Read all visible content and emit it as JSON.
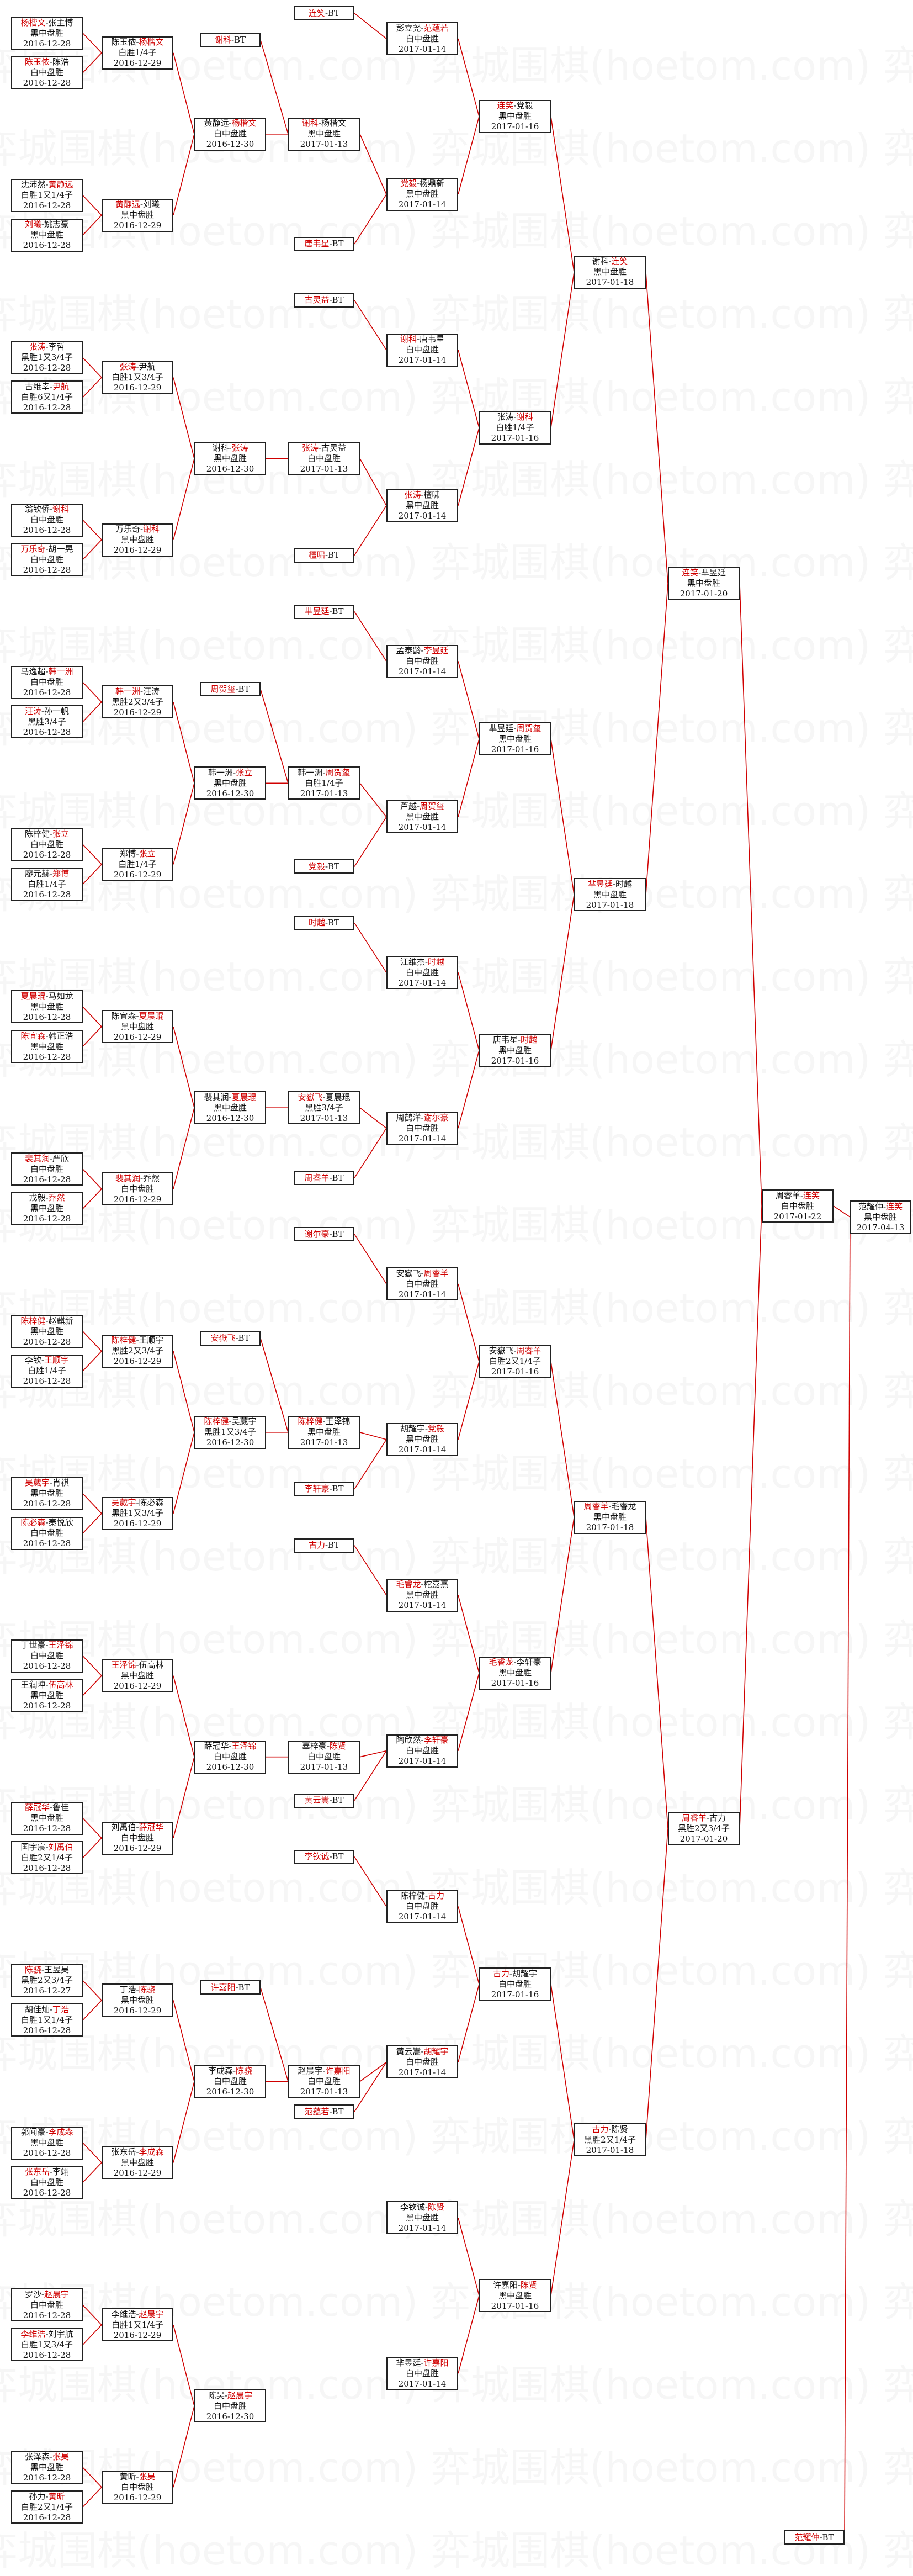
{
  "watermark": "弈城围棋(hoetom.com)",
  "winner_color": "#d00000",
  "line_color": "#d00000",
  "rounds": [
    {
      "name": "r1",
      "matches": [
        {
          "p1": "杨楷文",
          "p2": "张主博",
          "w": 1,
          "result": "黑中盘胜",
          "date": "2016-12-28"
        },
        {
          "p1": "陈玉侬",
          "p2": "陈浩",
          "w": 1,
          "result": "白中盘胜",
          "date": "2016-12-28"
        },
        {
          "p1": "沈沛然",
          "p2": "黄静远",
          "w": 2,
          "result": "白胜1又1/4子",
          "date": "2016-12-28"
        },
        {
          "p1": "刘曦",
          "p2": "姚志豪",
          "w": 1,
          "result": "黑中盘胜",
          "date": "2016-12-28"
        },
        {
          "p1": "张涛",
          "p2": "李哲",
          "w": 1,
          "result": "黑胜1又3/4子",
          "date": "2016-12-28"
        },
        {
          "p1": "古维幸",
          "p2": "尹航",
          "w": 2,
          "result": "白胜6又1/4子",
          "date": "2016-12-28"
        },
        {
          "p1": "翁钦侨",
          "p2": "谢科",
          "w": 2,
          "result": "白中盘胜",
          "date": "2016-12-28"
        },
        {
          "p1": "万乐奇",
          "p2": "胡一晃",
          "w": 1,
          "result": "白中盘胜",
          "date": "2016-12-28"
        },
        {
          "p1": "马逸超",
          "p2": "韩一洲",
          "w": 2,
          "result": "白中盘胜",
          "date": "2016-12-28"
        },
        {
          "p1": "汪涛",
          "p2": "孙一帆",
          "w": 1,
          "result": "黑胜3/4子",
          "date": "2016-12-28"
        },
        {
          "p1": "陈梓健",
          "p2": "张立",
          "w": 2,
          "result": "白中盘胜",
          "date": "2016-12-28"
        },
        {
          "p1": "廖元赫",
          "p2": "郑博",
          "w": 2,
          "result": "白胜1/4子",
          "date": "2016-12-28"
        },
        {
          "p1": "夏晨琨",
          "p2": "马如龙",
          "w": 1,
          "result": "黑中盘胜",
          "date": "2016-12-28"
        },
        {
          "p1": "陈宜森",
          "p2": "韩正浩",
          "w": 1,
          "result": "黑中盘胜",
          "date": "2016-12-28"
        },
        {
          "p1": "裴其润",
          "p2": "严欣",
          "w": 1,
          "result": "白中盘胜",
          "date": "2016-12-28"
        },
        {
          "p1": "戎毅",
          "p2": "乔然",
          "w": 2,
          "result": "黑中盘胜",
          "date": "2016-12-28"
        },
        {
          "p1": "陈梓健",
          "p2": "赵麒新",
          "w": 1,
          "result": "黑中盘胜",
          "date": "2016-12-28"
        },
        {
          "p1": "李钦",
          "p2": "王顺宇",
          "w": 2,
          "result": "白胜1/4子",
          "date": "2016-12-28"
        },
        {
          "p1": "吴葳宇",
          "p2": "肖祺",
          "w": 1,
          "result": "黑中盘胜",
          "date": "2016-12-28"
        },
        {
          "p1": "陈必森",
          "p2": "秦悦欣",
          "w": 1,
          "result": "白中盘胜",
          "date": "2016-12-28"
        },
        {
          "p1": "丁世豪",
          "p2": "王泽锦",
          "w": 2,
          "result": "白中盘胜",
          "date": "2016-12-28"
        },
        {
          "p1": "王润坤",
          "p2": "伍高林",
          "w": 2,
          "result": "黑中盘胜",
          "date": "2016-12-28"
        },
        {
          "p1": "薛冠华",
          "p2": "鲁佳",
          "w": 1,
          "result": "黑中盘胜",
          "date": "2016-12-28"
        },
        {
          "p1": "国宇宸",
          "p2": "刘禹伯",
          "w": 2,
          "result": "白胜2又1/4子",
          "date": "2016-12-28"
        },
        {
          "p1": "陈骁",
          "p2": "王昱昊",
          "w": 1,
          "result": "黑胜2又3/4子",
          "date": "2016-12-27"
        },
        {
          "p1": "胡佳灿",
          "p2": "丁浩",
          "w": 2,
          "result": "白胜1又1/4子",
          "date": "2016-12-28"
        },
        {
          "p1": "郭闻豪",
          "p2": "李成森",
          "w": 2,
          "result": "黑中盘胜",
          "date": "2016-12-28"
        },
        {
          "p1": "张东岳",
          "p2": "李翊",
          "w": 1,
          "result": "白中盘胜",
          "date": "2016-12-28"
        },
        {
          "p1": "罗沙",
          "p2": "赵晨宇",
          "w": 2,
          "result": "白中盘胜",
          "date": "2016-12-28"
        },
        {
          "p1": "李维浩",
          "p2": "刘宇航",
          "w": 1,
          "result": "白胜1又3/4子",
          "date": "2016-12-28"
        },
        {
          "p1": "张泽森",
          "p2": "张昊",
          "w": 2,
          "result": "黑中盘胜",
          "date": "2016-12-28"
        },
        {
          "p1": "孙力",
          "p2": "黄昕",
          "w": 2,
          "result": "白胜2又1/4子",
          "date": "2016-12-28"
        }
      ]
    },
    {
      "name": "r2",
      "matches": [
        {
          "p1": "陈玉侬",
          "p2": "杨楷文",
          "w": 2,
          "result": "白胜1/4子",
          "date": "2016-12-29"
        },
        {
          "p1": "黄静远",
          "p2": "刘曦",
          "w": 1,
          "result": "黑中盘胜",
          "date": "2016-12-29"
        },
        {
          "p1": "张涛",
          "p2": "尹航",
          "w": 1,
          "result": "白胜1又3/4子",
          "date": "2016-12-29"
        },
        {
          "p1": "万乐奇",
          "p2": "谢科",
          "w": 2,
          "result": "黑中盘胜",
          "date": "2016-12-29"
        },
        {
          "p1": "韩一洲",
          "p2": "汪涛",
          "w": 1,
          "result": "黑胜2又3/4子",
          "date": "2016-12-29"
        },
        {
          "p1": "郑博",
          "p2": "张立",
          "w": 2,
          "result": "白胜1/4子",
          "date": "2016-12-29"
        },
        {
          "p1": "陈宜森",
          "p2": "夏晨琨",
          "w": 2,
          "result": "黑中盘胜",
          "date": "2016-12-29"
        },
        {
          "p1": "裴其润",
          "p2": "乔然",
          "w": 1,
          "result": "白中盘胜",
          "date": "2016-12-29"
        },
        {
          "p1": "陈梓健",
          "p2": "王顺宇",
          "w": 1,
          "result": "黑胜2又3/4子",
          "date": "2016-12-29"
        },
        {
          "p1": "吴葳宇",
          "p2": "陈必森",
          "w": 1,
          "result": "黑胜1又3/4子",
          "date": "2016-12-29"
        },
        {
          "p1": "王泽锦",
          "p2": "伍高林",
          "w": 1,
          "result": "黑中盘胜",
          "date": "2016-12-29"
        },
        {
          "p1": "刘禹伯",
          "p2": "薛冠华",
          "w": 2,
          "result": "白中盘胜",
          "date": "2016-12-29"
        },
        {
          "p1": "丁浩",
          "p2": "陈骁",
          "w": 2,
          "result": "黑中盘胜",
          "date": "2016-12-29"
        },
        {
          "p1": "张东岳",
          "p2": "李成森",
          "w": 2,
          "result": "黑中盘胜",
          "date": "2016-12-29"
        },
        {
          "p1": "李维浩",
          "p2": "赵晨宇",
          "w": 2,
          "result": "白胜1又1/4子",
          "date": "2016-12-29"
        },
        {
          "p1": "黄昕",
          "p2": "张昊",
          "w": 2,
          "result": "白中盘胜",
          "date": "2016-12-29"
        }
      ]
    },
    {
      "name": "r3",
      "matches": [
        {
          "p1": "黄静远",
          "p2": "杨楷文",
          "w": 2,
          "result": "白中盘胜",
          "date": "2016-12-30"
        },
        {
          "p1": "谢科",
          "p2": "张涛",
          "w": 2,
          "result": "黑中盘胜",
          "date": "2016-12-30"
        },
        {
          "p1": "韩一洲",
          "p2": "张立",
          "w": 2,
          "result": "黑中盘胜",
          "date": "2016-12-30"
        },
        {
          "p1": "裴其润",
          "p2": "夏晨琨",
          "w": 2,
          "result": "黑中盘胜",
          "date": "2016-12-30"
        },
        {
          "p1": "陈梓健",
          "p2": "吴葳宇",
          "w": 1,
          "result": "黑胜1又3/4子",
          "date": "2016-12-30"
        },
        {
          "p1": "薛冠华",
          "p2": "王泽锦",
          "w": 2,
          "result": "白中盘胜",
          "date": "2016-12-30"
        },
        {
          "p1": "李成森",
          "p2": "陈骁",
          "w": 2,
          "result": "白中盘胜",
          "date": "2016-12-30"
        },
        {
          "p1": "陈昊",
          "p2": "赵晨宇",
          "w": 2,
          "result": "白中盘胜",
          "date": "2016-12-30"
        }
      ]
    },
    {
      "name": "r4",
      "matches": [
        {
          "p1": "谢科",
          "p2": "杨楷文",
          "w": 1,
          "result": "黑中盘胜",
          "date": "2017-01-13"
        },
        {
          "p1": "张涛",
          "p2": "古灵益",
          "w": 1,
          "result": "白中盘胜",
          "date": "2017-01-13"
        },
        {
          "p1": "韩一洲",
          "p2": "周贺玺",
          "w": 2,
          "result": "白胜1/4子",
          "date": "2017-01-13"
        },
        {
          "p1": "安嶽飞",
          "p2": "夏晨琨",
          "w": 1,
          "result": "黑胜3/4子",
          "date": "2017-01-13"
        },
        {
          "p1": "陈梓健",
          "p2": "王泽锦",
          "w": 1,
          "result": "黑中盘胜",
          "date": "2017-01-13"
        },
        {
          "p1": "辜梓豪",
          "p2": "陈贤",
          "w": 2,
          "result": "白中盘胜",
          "date": "2017-01-13"
        },
        {
          "p1": "赵晨宇",
          "p2": "许嘉阳",
          "w": 2,
          "result": "白中盘胜",
          "date": "2017-01-13"
        }
      ]
    },
    {
      "name": "r5",
      "matches": [
        {
          "p1": "彭立尧",
          "p2": "范蕴若",
          "w": 2,
          "result": "白中盘胜",
          "date": "2017-01-14"
        },
        {
          "p1": "党毅",
          "p2": "杨鼎新",
          "w": 1,
          "result": "黑中盘胜",
          "date": "2017-01-14"
        },
        {
          "p1": "谢科",
          "p2": "唐韦星",
          "w": 1,
          "result": "白中盘胜",
          "date": "2017-01-14"
        },
        {
          "p1": "张涛",
          "p2": "檀啸",
          "w": 1,
          "result": "黑中盘胜",
          "date": "2017-01-14"
        },
        {
          "p1": "孟泰龄",
          "p2": "李昱廷",
          "w": 2,
          "result": "白中盘胜",
          "date": "2017-01-14"
        },
        {
          "p1": "芦越",
          "p2": "周贺玺",
          "w": 2,
          "result": "黑中盘胜",
          "date": "2017-01-14"
        },
        {
          "p1": "江维杰",
          "p2": "时越",
          "w": 2,
          "result": "白中盘胜",
          "date": "2017-01-14"
        },
        {
          "p1": "周鹤洋",
          "p2": "谢尔豪",
          "w": 2,
          "result": "白中盘胜",
          "date": "2017-01-14"
        },
        {
          "p1": "安嶽飞",
          "p2": "周睿羊",
          "w": 2,
          "result": "白中盘胜",
          "date": "2017-01-14"
        },
        {
          "p1": "胡耀宇",
          "p2": "党毅",
          "w": 2,
          "result": "黑中盘胜",
          "date": "2017-01-14"
        },
        {
          "p1": "毛睿龙",
          "p2": "柁嘉熹",
          "w": 1,
          "result": "黑中盘胜",
          "date": "2017-01-14"
        },
        {
          "p1": "陶欣然",
          "p2": "李轩豪",
          "w": 2,
          "result": "白中盘胜",
          "date": "2017-01-14"
        },
        {
          "p1": "陈梓健",
          "p2": "古力",
          "w": 2,
          "result": "白中盘胜",
          "date": "2017-01-14"
        },
        {
          "p1": "黄云嵩",
          "p2": "胡耀宇",
          "w": 2,
          "result": "白中盘胜",
          "date": "2017-01-14"
        },
        {
          "p1": "李钦诚",
          "p2": "陈贤",
          "w": 2,
          "result": "黑中盘胜",
          "date": "2017-01-14"
        },
        {
          "p1": "芈昱廷",
          "p2": "许嘉阳",
          "w": 2,
          "result": "白中盘胜",
          "date": "2017-01-14"
        }
      ]
    },
    {
      "name": "r6",
      "matches": [
        {
          "p1": "连笑",
          "p2": "党毅",
          "w": 1,
          "result": "黑中盘胜",
          "date": "2017-01-16"
        },
        {
          "p1": "张涛",
          "p2": "谢科",
          "w": 2,
          "result": "白胜1/4子",
          "date": "2017-01-16"
        },
        {
          "p1": "芈昱廷",
          "p2": "周贺玺",
          "w": 2,
          "result": "黑中盘胜",
          "date": "2017-01-16"
        },
        {
          "p1": "唐韦星",
          "p2": "时越",
          "w": 2,
          "result": "黑中盘胜",
          "date": "2017-01-16"
        },
        {
          "p1": "安嶽飞",
          "p2": "周睿羊",
          "w": 2,
          "result": "白胜2又1/4子",
          "date": "2017-01-16"
        },
        {
          "p1": "毛睿龙",
          "p2": "李轩豪",
          "w": 1,
          "result": "黑中盘胜",
          "date": "2017-01-16"
        },
        {
          "p1": "古力",
          "p2": "胡耀宇",
          "w": 1,
          "result": "白中盘胜",
          "date": "2017-01-16"
        },
        {
          "p1": "许嘉阳",
          "p2": "陈贤",
          "w": 2,
          "result": "黑中盘胜",
          "date": "2017-01-16"
        }
      ]
    },
    {
      "name": "r7",
      "matches": [
        {
          "p1": "谢科",
          "p2": "连笑",
          "w": 2,
          "result": "黑中盘胜",
          "date": "2017-01-18"
        },
        {
          "p1": "芈昱廷",
          "p2": "时越",
          "w": 1,
          "result": "黑中盘胜",
          "date": "2017-01-18"
        },
        {
          "p1": "周睿羊",
          "p2": "毛睿龙",
          "w": 1,
          "result": "黑中盘胜",
          "date": "2017-01-18"
        },
        {
          "p1": "古力",
          "p2": "陈贤",
          "w": 1,
          "result": "黑胜2又1/4子",
          "date": "2017-01-18"
        }
      ]
    },
    {
      "name": "r8",
      "matches": [
        {
          "p1": "连笑",
          "p2": "芈昱廷",
          "w": 1,
          "result": "黑中盘胜",
          "date": "2017-01-20"
        },
        {
          "p1": "周睿羊",
          "p2": "古力",
          "w": 1,
          "result": "黑胜2又3/4子",
          "date": "2017-01-20"
        }
      ]
    },
    {
      "name": "r9",
      "matches": [
        {
          "p1": "周睿羊",
          "p2": "连笑",
          "w": 2,
          "result": "白中盘胜",
          "date": "2017-01-22"
        }
      ]
    },
    {
      "name": "r10",
      "matches": [
        {
          "p1": "范耀仲",
          "p2": "连笑",
          "w": 2,
          "result": "黑中盘胜",
          "date": "2017-04-13"
        }
      ]
    }
  ],
  "byes": [
    {
      "r": 3,
      "p": "谢科",
      "t": "BT"
    },
    {
      "r": 3,
      "p": "周贺玺",
      "t": "BT"
    },
    {
      "r": 3,
      "p": "安嶽飞",
      "t": "BT"
    },
    {
      "r": 3,
      "p": "许嘉阳",
      "t": "BT"
    },
    {
      "r": 4,
      "p": "连笑",
      "t": "BT"
    },
    {
      "r": 4,
      "p": "唐韦星",
      "t": "BT"
    },
    {
      "r": 4,
      "p": "古灵益",
      "t": "BT"
    },
    {
      "r": 4,
      "p": "檀啸",
      "t": "BT"
    },
    {
      "r": 4,
      "p": "芈昱廷",
      "t": "BT"
    },
    {
      "r": 4,
      "p": "党毅",
      "t": "BT"
    },
    {
      "r": 4,
      "p": "时越",
      "t": "BT"
    },
    {
      "r": 4,
      "p": "周睿羊",
      "t": "BT"
    },
    {
      "r": 4,
      "p": "谢尔豪",
      "t": "BT"
    },
    {
      "r": 4,
      "p": "李轩豪",
      "t": "BT"
    },
    {
      "r": 4,
      "p": "古力",
      "t": "BT"
    },
    {
      "r": 4,
      "p": "黄云嵩",
      "t": "BT"
    },
    {
      "r": 4,
      "p": "李钦诚",
      "t": "BT"
    },
    {
      "r": 4,
      "p": "范蕴若",
      "t": "BT"
    },
    {
      "r": 9,
      "p": "范耀仲",
      "t": "BT"
    }
  ]
}
